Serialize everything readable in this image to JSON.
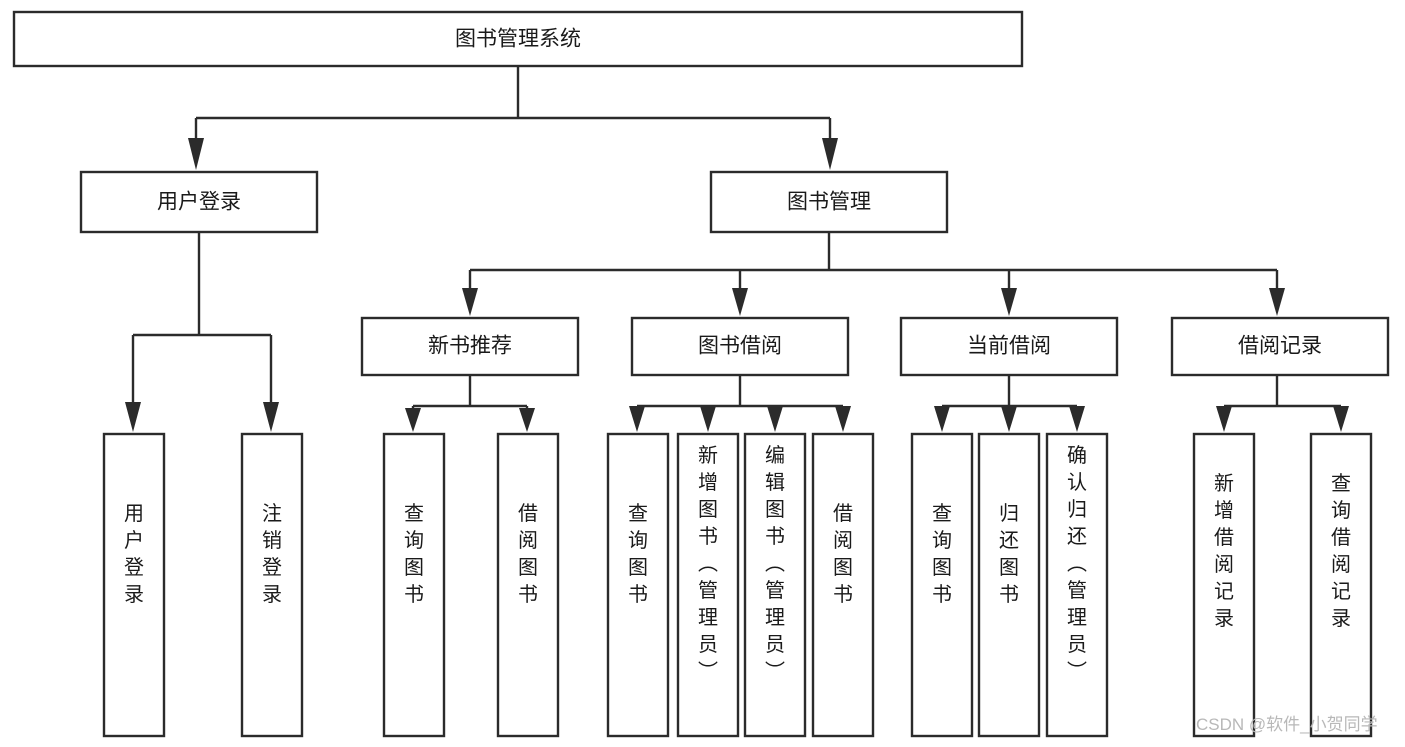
{
  "diagram": {
    "type": "tree-hierarchy",
    "title": "图书管理系统",
    "orientation": "top-down",
    "levels": 4,
    "root": {
      "id": "root",
      "label": "图书管理系统",
      "text_orientation": "horizontal"
    },
    "level2": [
      {
        "id": "user-login",
        "label": "用户登录",
        "text_orientation": "horizontal"
      },
      {
        "id": "book-manage",
        "label": "图书管理",
        "text_orientation": "horizontal"
      }
    ],
    "level3": [
      {
        "id": "new-book-rec",
        "label": "新书推荐",
        "parent": "book-manage",
        "text_orientation": "horizontal"
      },
      {
        "id": "book-borrow",
        "label": "图书借阅",
        "parent": "book-manage",
        "text_orientation": "horizontal"
      },
      {
        "id": "current-borrow",
        "label": "当前借阅",
        "parent": "book-manage",
        "text_orientation": "horizontal"
      },
      {
        "id": "borrow-record",
        "label": "借阅记录",
        "parent": "book-manage",
        "text_orientation": "horizontal"
      }
    ],
    "leaves": [
      {
        "id": "leaf-user-login",
        "label": "用户登录",
        "parent": "user-login",
        "text_orientation": "vertical"
      },
      {
        "id": "leaf-user-logout",
        "label": "注销登录",
        "parent": "user-login",
        "text_orientation": "vertical"
      },
      {
        "id": "leaf-query-book-rec",
        "label": "查询图书",
        "parent": "new-book-rec",
        "text_orientation": "vertical"
      },
      {
        "id": "leaf-borrow-book-rec",
        "label": "借阅图书",
        "parent": "new-book-rec",
        "text_orientation": "vertical"
      },
      {
        "id": "leaf-query-book-borrow",
        "label": "查询图书",
        "parent": "book-borrow",
        "text_orientation": "vertical"
      },
      {
        "id": "leaf-add-book-admin",
        "label": "新增图书（管理员）",
        "parent": "book-borrow",
        "text_orientation": "vertical"
      },
      {
        "id": "leaf-edit-book-admin",
        "label": "编辑图书（管理员）",
        "parent": "book-borrow",
        "text_orientation": "vertical"
      },
      {
        "id": "leaf-borrow-book",
        "label": "借阅图书",
        "parent": "book-borrow",
        "text_orientation": "vertical"
      },
      {
        "id": "leaf-query-book-current",
        "label": "查询图书",
        "parent": "current-borrow",
        "text_orientation": "vertical"
      },
      {
        "id": "leaf-return-book",
        "label": "归还图书",
        "parent": "current-borrow",
        "text_orientation": "vertical"
      },
      {
        "id": "leaf-confirm-return-admin",
        "label": "确认归还（管理员）",
        "parent": "current-borrow",
        "text_orientation": "vertical"
      },
      {
        "id": "leaf-add-borrow-record",
        "label": "新增借阅记录",
        "parent": "borrow-record",
        "text_orientation": "vertical"
      },
      {
        "id": "leaf-query-borrow-record",
        "label": "查询借阅记录",
        "parent": "borrow-record",
        "text_orientation": "vertical"
      }
    ]
  },
  "watermark": {
    "text": "CSDN @软件_小贺同学"
  },
  "colors": {
    "stroke": "#2b2b2b",
    "box_fill": "#ffffff",
    "text": "#1a1a1a",
    "background": "#ffffff",
    "watermark": "#b8b8b8"
  }
}
